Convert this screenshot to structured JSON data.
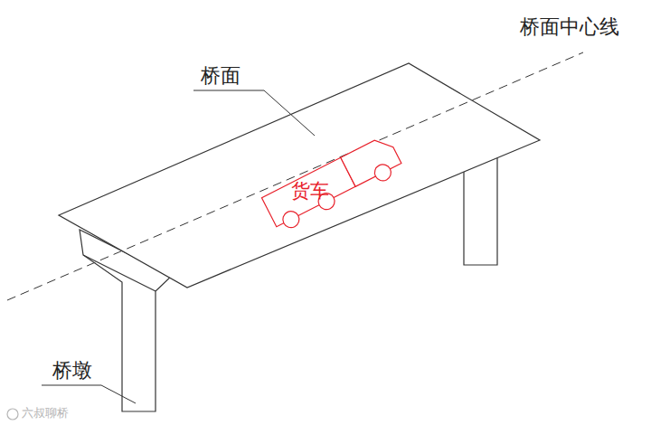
{
  "diagram": {
    "nodes": [
      {
        "text": [
          "货车"
        ]
      }
    ],
    "labels": [
      "桥面中心线",
      "桥面",
      "桥墩",
      "六叔聊桥"
    ]
  }
}
